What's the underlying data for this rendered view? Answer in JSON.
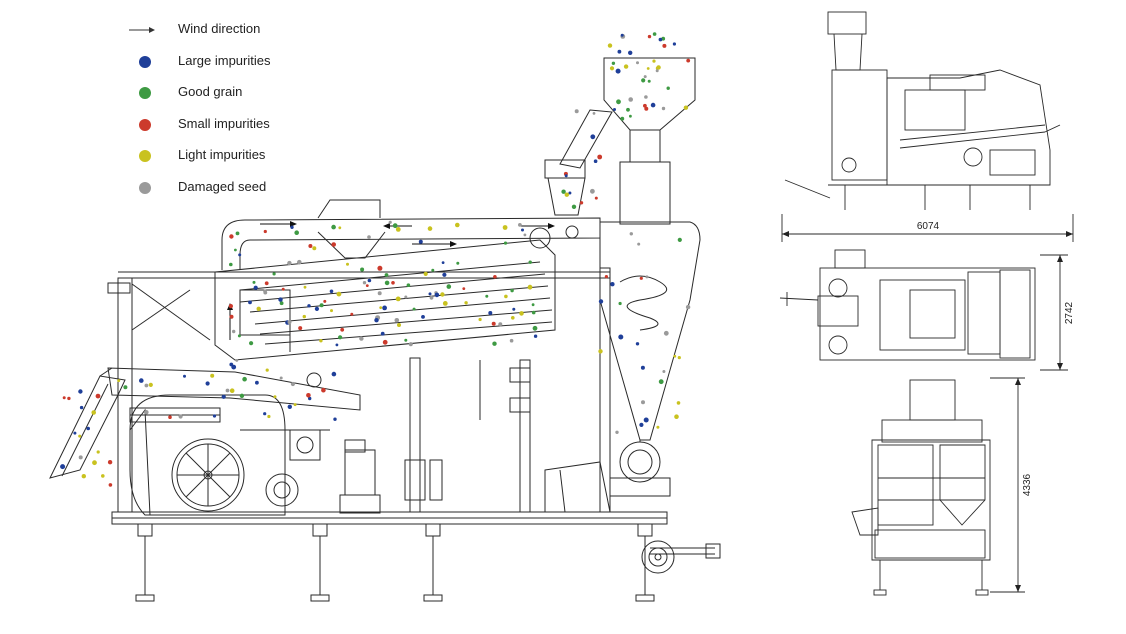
{
  "legend": {
    "items": [
      {
        "label": "Wind direction",
        "kind": "arrow",
        "color": "#333333"
      },
      {
        "label": "Large impurities",
        "kind": "dot",
        "color": "#1f3f99"
      },
      {
        "label": "Good grain",
        "kind": "dot",
        "color": "#3e9a43"
      },
      {
        "label": "Small impurities",
        "kind": "dot",
        "color": "#cc3a2c"
      },
      {
        "label": "Light impurities",
        "kind": "dot",
        "color": "#c9c21f"
      },
      {
        "label": "Damaged seed",
        "kind": "dot",
        "color": "#9a9a9a"
      }
    ]
  },
  "dimensions": {
    "length": "6074",
    "width": "2742",
    "height": "4336"
  },
  "views": {
    "main": "side-section-view",
    "top_right": "side-elevation-view",
    "middle_right": "plan-view",
    "bottom_right": "end-elevation-view"
  }
}
